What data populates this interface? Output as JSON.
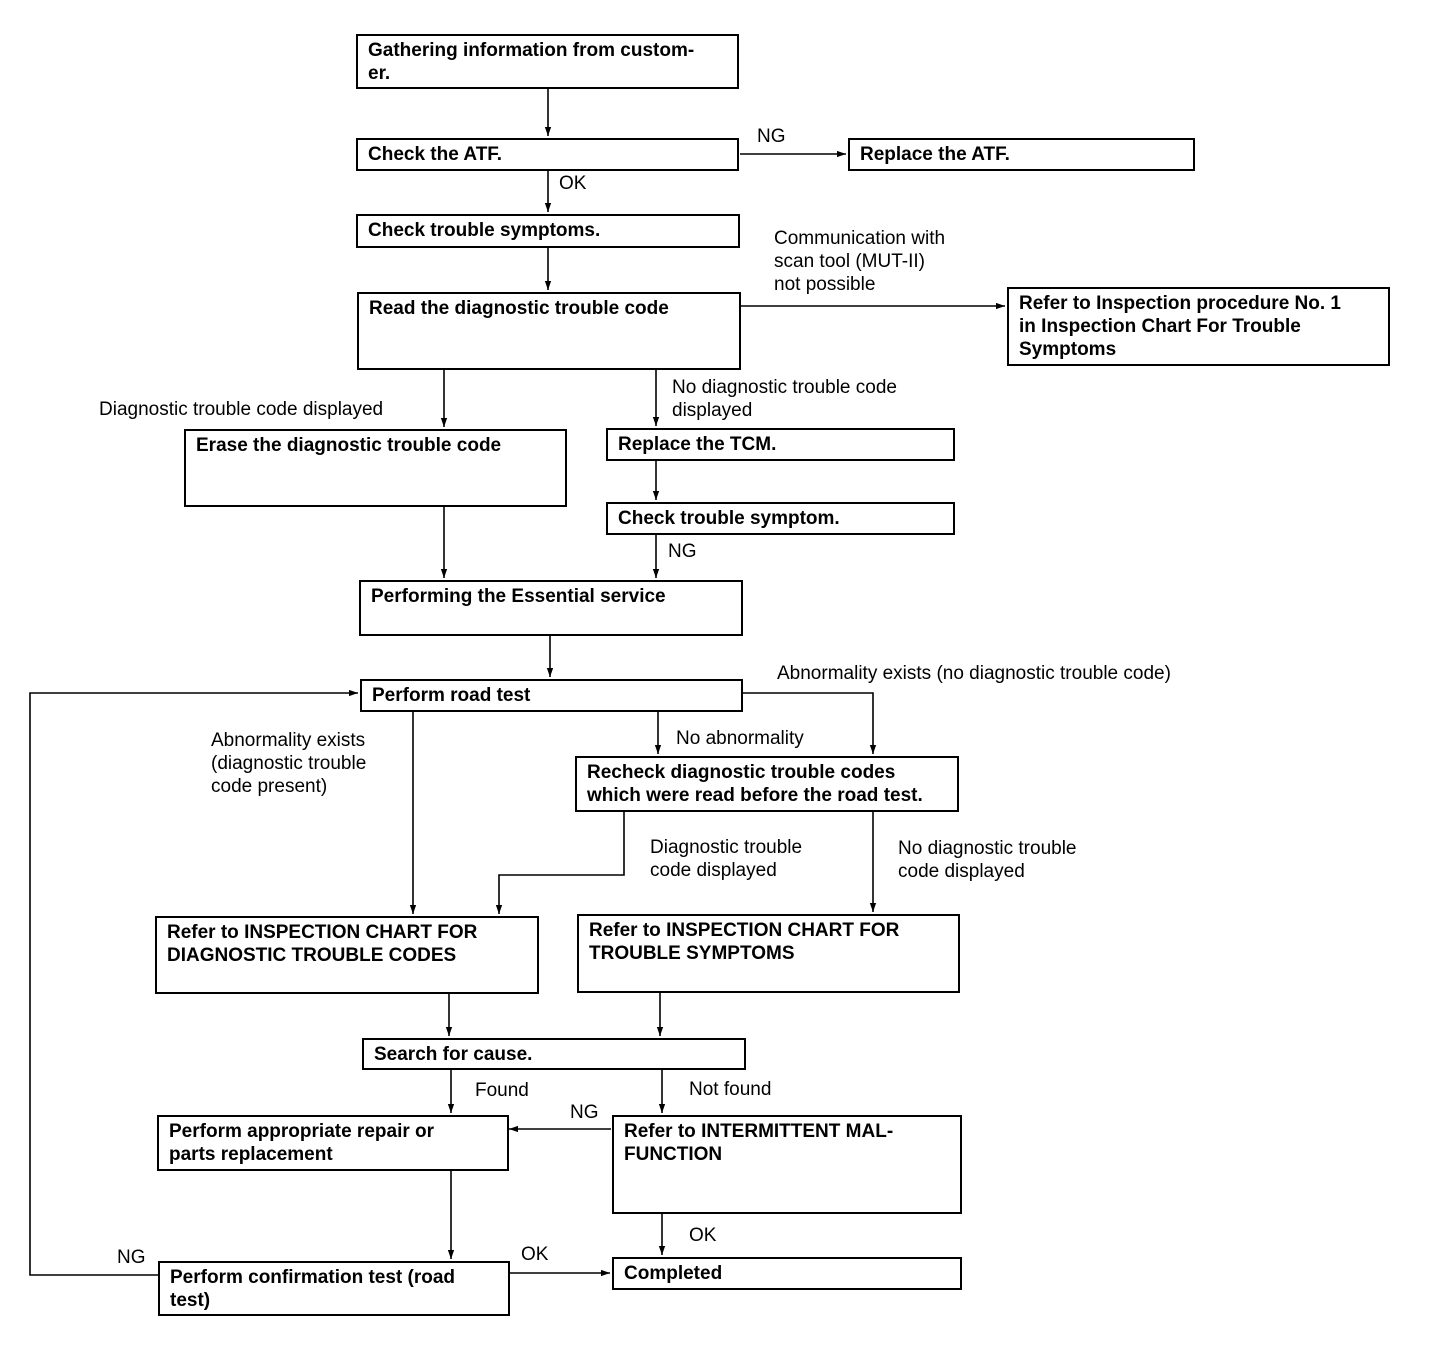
{
  "boxes": {
    "gather": "Gathering information from custom-\ner.",
    "check_atf": "Check the ATF.",
    "replace_atf": "Replace the ATF.",
    "check_symptoms": "Check trouble symptoms.",
    "read_dtc": "Read the diagnostic trouble code",
    "refer_no1": "Refer to Inspection procedure No. 1\nin Inspection Chart For Trouble\nSymptoms",
    "erase_dtc": "Erase the diagnostic trouble code",
    "replace_tcm": "Replace the TCM.",
    "check_symptom": "Check trouble symptom.",
    "essential": "Performing the Essential service",
    "road_test": "Perform road test",
    "recheck": "Recheck diagnostic trouble codes\nwhich were read before the road test.",
    "refer_dtc_chart": "Refer to INSPECTION CHART FOR\nDIAGNOSTIC TROUBLE CODES",
    "refer_symptom_chart": "Refer to INSPECTION CHART FOR\nTROUBLE SYMPTOMS",
    "search_cause": "Search for cause.",
    "repair": "Perform appropriate repair or\nparts replacement",
    "intermittent": "Refer to INTERMITTENT MAL-\nFUNCTION",
    "confirm_test": "Perform confirmation test (road\ntest)",
    "completed": "Completed"
  },
  "labels": {
    "ng_atf": "NG",
    "ok_atf": "OK",
    "comm": "Communication with\nscan tool (MUT-II)\nnot possible",
    "dtc_displayed": "Diagnostic trouble code displayed",
    "no_dtc_displayed": "No diagnostic trouble code\ndisplayed",
    "ng_symptom": "NG",
    "abn_no_code": "Abnormality exists (no diagnostic trouble code)",
    "abn_present": "Abnormality exists\n(diagnostic trouble\ncode present)",
    "no_abnormality": "No abnormality",
    "diag_code_displayed": "Diagnostic trouble\ncode displayed",
    "no_diag_code_displayed": "No diagnostic trouble\ncode displayed",
    "found": "Found",
    "not_found": "Not found",
    "ng_intermittent": "NG",
    "ok_intermittent": "OK",
    "ng_confirm": "NG",
    "ok_confirm": "OK"
  }
}
